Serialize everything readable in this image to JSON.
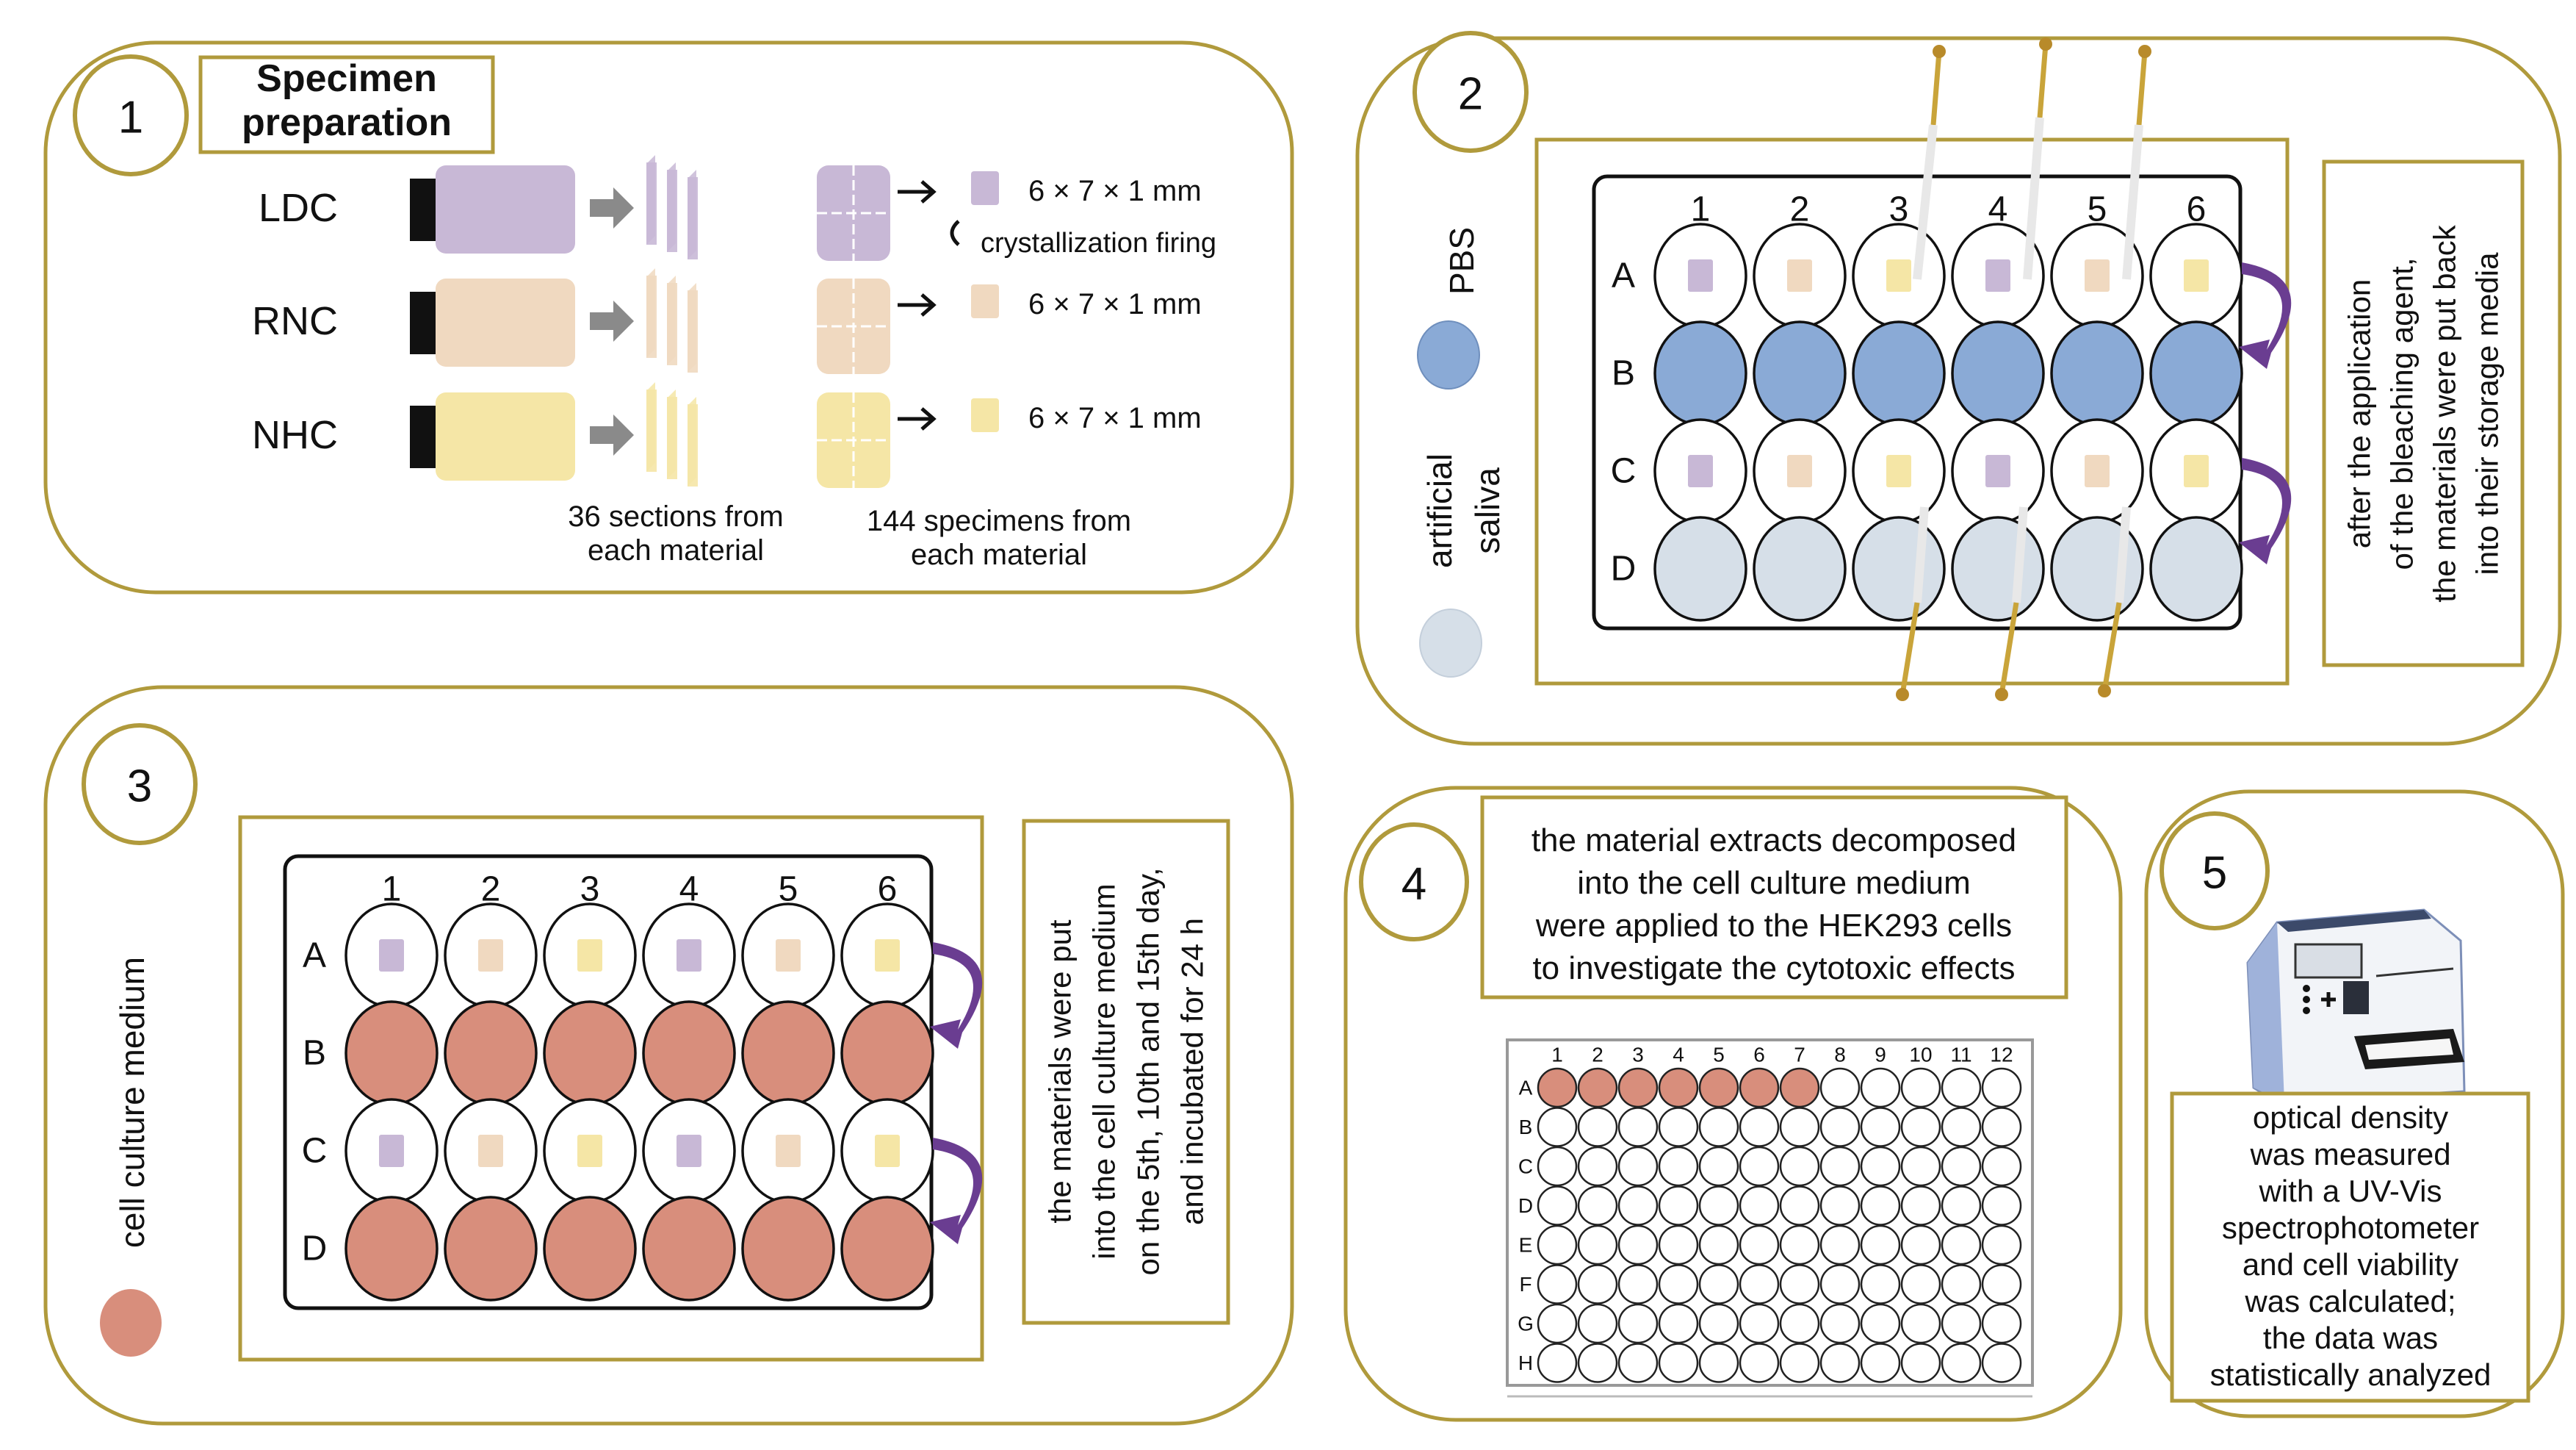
{
  "colors": {
    "panel_border": "#b09a3c",
    "ldc": "#c8b8d6",
    "rnc": "#f0d9c0",
    "nhc": "#f5e6a6",
    "pbs": "#8aaad6",
    "artificial_saliva": "#d6dfe8",
    "cell_culture_medium": "#d88e7c",
    "arrow_purple": "#6a3d91",
    "gray_arrow": "#8a8a8a"
  },
  "panel1": {
    "number": "1",
    "title_line1": "Specimen",
    "title_line2": "preparation",
    "materials": [
      {
        "name": "LDC",
        "color_key": "ldc",
        "dimensions": "6 × 7 × 1 mm",
        "note": "crystallization firing"
      },
      {
        "name": "RNC",
        "color_key": "rnc",
        "dimensions": "6 × 7 × 1 mm",
        "note": ""
      },
      {
        "name": "NHC",
        "color_key": "nhc",
        "dimensions": "6 × 7 × 1 mm",
        "note": ""
      }
    ],
    "sections_caption_line1": "36 sections from",
    "sections_caption_line2": "each material",
    "specimens_caption_line1": "144 specimens from",
    "specimens_caption_line2": "each material"
  },
  "panel2": {
    "number": "2",
    "legend": [
      {
        "label": "PBS",
        "color_key": "pbs"
      },
      {
        "label_line1": "artificial",
        "label_line2": "saliva",
        "color_key": "artificial_saliva"
      }
    ],
    "plate_columns": [
      "1",
      "2",
      "3",
      "4",
      "5",
      "6"
    ],
    "plate_rows": [
      "A",
      "B",
      "C",
      "D"
    ],
    "note_lines": [
      "after the application",
      "of the bleaching agent,",
      "the materials were put back",
      "into their storage media"
    ]
  },
  "panel3": {
    "number": "3",
    "legend_label": "cell culture medium",
    "plate_columns": [
      "1",
      "2",
      "3",
      "4",
      "5",
      "6"
    ],
    "plate_rows": [
      "A",
      "B",
      "C",
      "D"
    ],
    "note_lines": [
      "the materials were put",
      "into the cell culture medium",
      "on the 5th, 10th and 15th day,",
      "and incubated for 24 h"
    ]
  },
  "panel4": {
    "number": "4",
    "note_lines": [
      "the material extracts decomposed",
      "into the cell culture medium",
      "were applied to the HEK293 cells",
      "to investigate the cytotoxic effects"
    ],
    "plate_columns": [
      "1",
      "2",
      "3",
      "4",
      "5",
      "6",
      "7",
      "8",
      "9",
      "10",
      "11",
      "12"
    ],
    "plate_rows": [
      "A",
      "B",
      "C",
      "D",
      "E",
      "F",
      "G",
      "H"
    ],
    "filled_wells_row_A": 7
  },
  "panel5": {
    "number": "5",
    "device_icon": "spectrophotometer-icon",
    "note_lines": [
      "optical density",
      "was measured",
      "with a UV-Vis",
      "spectrophotometer",
      "and cell viability",
      "was calculated;",
      "the data was",
      "statistically analyzed"
    ]
  }
}
